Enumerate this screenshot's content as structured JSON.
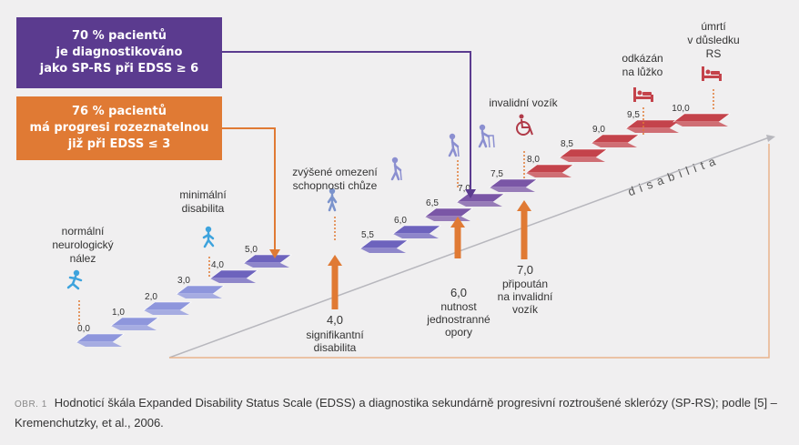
{
  "purple_box": {
    "lines": [
      "70 % pacientů",
      "je diagnostikováno",
      "jako SP-RS při EDSS ≥ 6"
    ]
  },
  "orange_box": {
    "lines": [
      "76 % pacientů",
      "má progresi rozeznatelnou",
      "již při EDSS ≤ 3"
    ]
  },
  "steps": [
    "0,0",
    "1,0",
    "2,0",
    "3,0",
    "4,0",
    "5,0",
    "5,5",
    "6,0",
    "6,5",
    "7,0",
    "7,5",
    "8,0",
    "8,5",
    "9,0",
    "9,5",
    "10,0"
  ],
  "axis_label": "d i s a b i l i t a",
  "above_labels": {
    "normal": [
      "normální",
      "neurologický",
      "nález"
    ],
    "minimal": [
      "minimální",
      "disabilita"
    ],
    "walking": [
      "zvýšené omezení",
      "schopnosti chůze"
    ],
    "wheelchair": [
      "invalidní vozík"
    ],
    "bed": [
      "odkázán",
      "na lůžko"
    ],
    "death": [
      "úmrtí",
      "v důsledku",
      "RS"
    ]
  },
  "below_labels": {
    "b40": [
      "4,0",
      "signifikantní",
      "disabilita"
    ],
    "b60": [
      "6,0",
      "nutnost",
      "jednostranné",
      "opory"
    ],
    "b70": [
      "7,0",
      "připoután",
      "na invalidní",
      "vozík"
    ]
  },
  "icons": [
    "running-person-icon",
    "walking-person-icon",
    "standing-person-icon",
    "cane-person-icon",
    "walker-person-icon",
    "wheelchair-icon",
    "bed-icon",
    "bed-icon"
  ],
  "colors": {
    "purple": "#5b3b8f",
    "orange": "#e07a34",
    "step_low": "#8a90d6",
    "step_mid": "#6a5fb8",
    "step_high": "#c0434b"
  },
  "caption": {
    "label": "OBR. 1",
    "text": "Hodnoticí škála Expanded Disability Status Scale (EDSS) a diagnostika sekundárně progresivní roztroušené sklerózy (SP-RS); podle [5] – Kremenchutzky, et al., 2006."
  }
}
